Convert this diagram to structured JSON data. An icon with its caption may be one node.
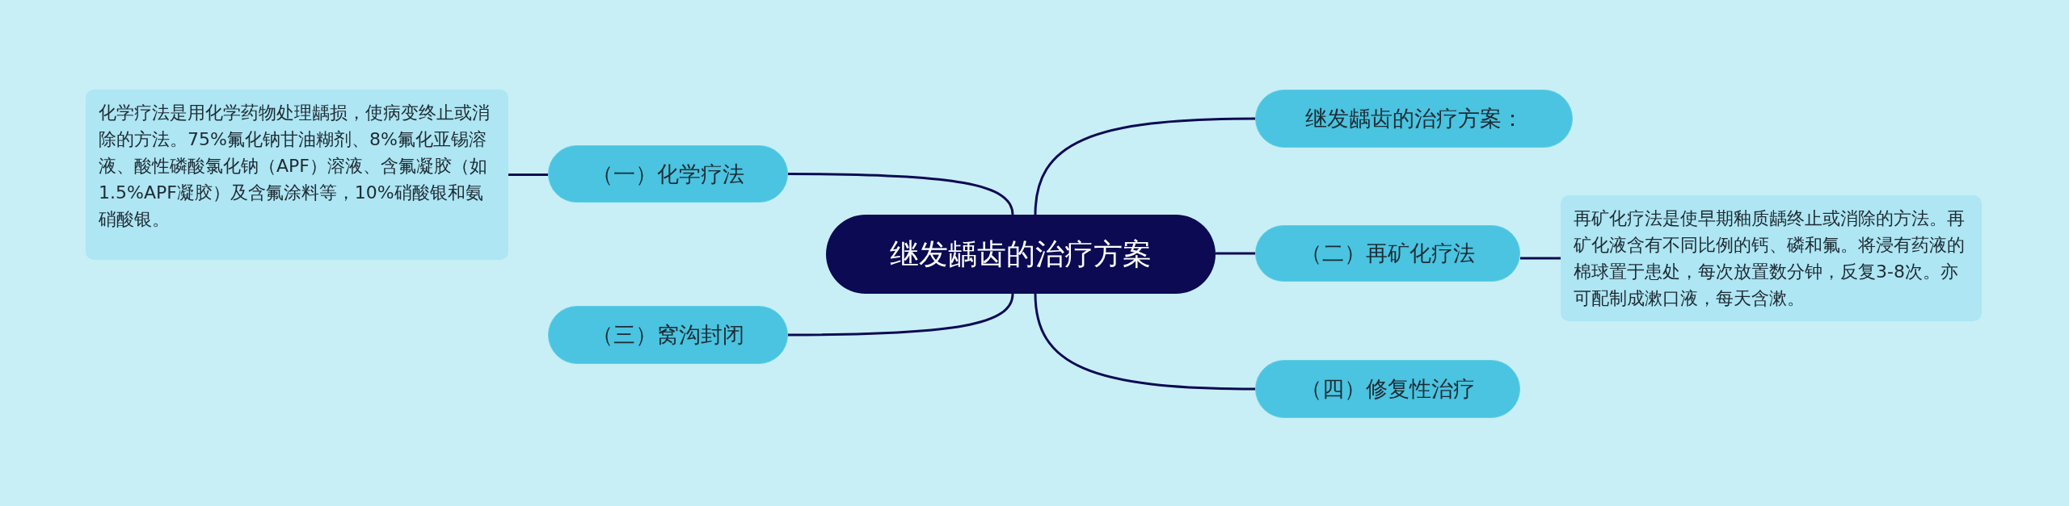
{
  "diagram": {
    "nodes": [
      {
        "text": [
          "继发龋齿的治疗方案"
        ]
      },
      {
        "text": [
          "继发龋齿的治疗方案："
        ]
      },
      {
        "text": [
          "（一）化学疗法"
        ]
      },
      {
        "text": [
          "化学疗法是用化学药物处理龋损，使病变终止或消除的方法。75%氟化钠甘油糊剂、8%氟化亚锡溶液、酸性磷酸氯化钠（APF）溶液、含氟凝胶（如1.5%APF凝胶）及含氟涂料等，10%硝酸银和氨硝酸银。"
        ]
      },
      {
        "text": [
          "（二）再矿化疗法"
        ]
      },
      {
        "text": [
          "再矿化疗法是使早期釉质龋终止或消除的方法。再矿化液含有不同比例的钙、磷和氟。将浸有药液的棉球置于患处，每次放置数分钟，反复3-8次。亦可配制成漱口液，每天含漱。"
        ]
      },
      {
        "text": [
          "（三）窝沟封闭"
        ]
      },
      {
        "text": [
          "（四）修复性治疗"
        ]
      }
    ],
    "edges": [
      {
        "from": 0,
        "to": 1,
        "arrow": "none"
      },
      {
        "from": 0,
        "to": 2,
        "arrow": "none"
      },
      {
        "from": 2,
        "to": 3,
        "arrow": "none"
      },
      {
        "from": 0,
        "to": 4,
        "arrow": "none"
      },
      {
        "from": 4,
        "to": 5,
        "arrow": "none"
      },
      {
        "from": 0,
        "to": 6,
        "arrow": "none"
      },
      {
        "from": 0,
        "to": 7,
        "arrow": "none"
      }
    ]
  }
}
